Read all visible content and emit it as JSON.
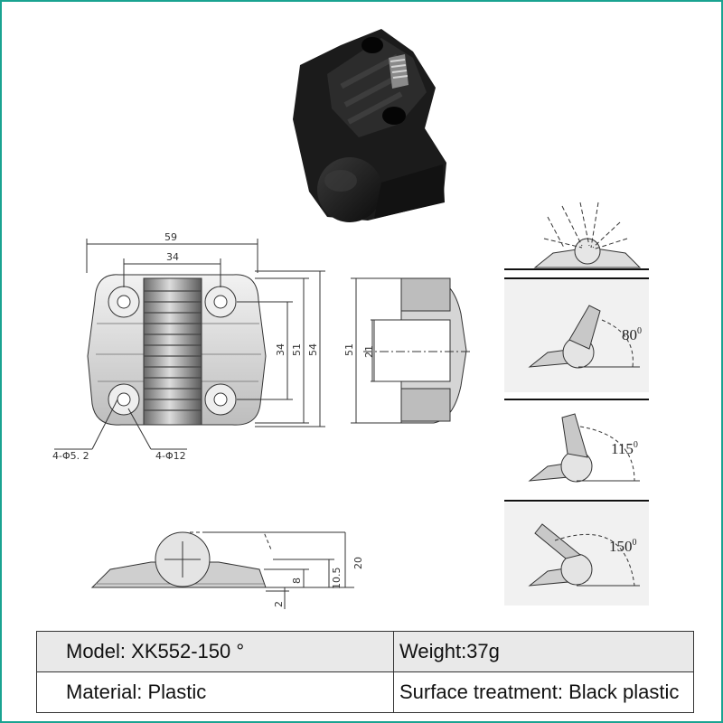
{
  "drawing": {
    "dims": {
      "width_overall": "59",
      "hole_pitch": "34",
      "height_hole_pitch": "34",
      "height_inner": "51",
      "height_overall": "54",
      "side_height": "51",
      "side_inner": "21",
      "hole_small": "4-Φ5. 2",
      "hole_large": "4-Φ12",
      "bottom_20": "20",
      "bottom_10_5": "10.5",
      "bottom_8": "8",
      "bottom_2": "2"
    },
    "angles": [
      "80",
      "115",
      "150"
    ],
    "degree_mark": "0"
  },
  "specs": {
    "model": "Model: XK552-150 °",
    "weight": "Weight:37g",
    "material": "Material: Plastic",
    "surface": "Surface treatment: Black plastic"
  }
}
